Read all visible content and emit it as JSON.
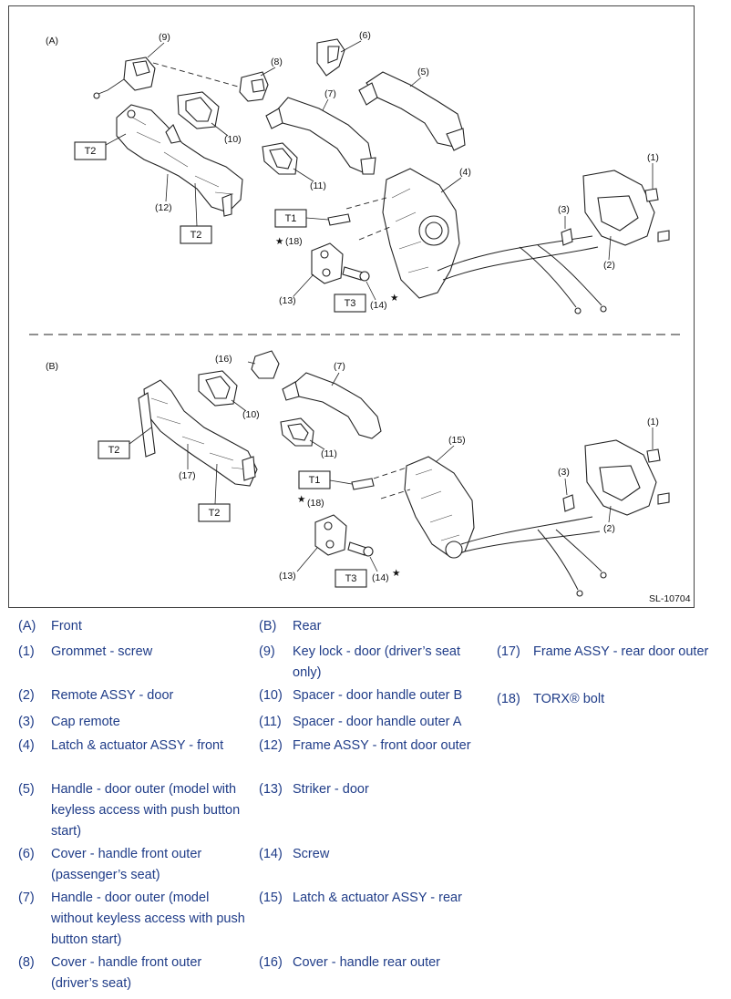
{
  "figure": {
    "section_a": "(A)",
    "section_b": "(B)",
    "code": "SL-10704",
    "torque_labels": {
      "t1": "T1",
      "t2": "T2",
      "t3": "T3"
    },
    "callouts_a": {
      "c9": "(9)",
      "c8": "(8)",
      "c6": "(6)",
      "c5": "(5)",
      "c7": "(7)",
      "c10": "(10)",
      "c11": "(11)",
      "c12": "(12)",
      "c4": "(4)",
      "c1": "(1)",
      "c3": "(3)",
      "c2": "(2)",
      "c18": "(18)",
      "c13": "(13)",
      "c14": "(14)"
    },
    "callouts_b": {
      "c16": "(16)",
      "c7": "(7)",
      "c10": "(10)",
      "c11": "(11)",
      "c17": "(17)",
      "c15": "(15)",
      "c1": "(1)",
      "c3": "(3)",
      "c2": "(2)",
      "c18": "(18)",
      "c13": "(13)",
      "c14": "(14)"
    },
    "star": "★"
  },
  "legend": [
    {
      "num": "(A)",
      "text": "Front"
    },
    {
      "num": "(B)",
      "text": "Rear"
    },
    {
      "num": "(1)",
      "text": "Grommet - screw"
    },
    {
      "num": "(9)",
      "text": "Key lock - door (driver’s seat only)"
    },
    {
      "num": "(17)",
      "text": "Frame ASSY - rear door outer"
    },
    {
      "num": "(2)",
      "text": "Remote ASSY - door"
    },
    {
      "num": "(10)",
      "text": "Spacer - door handle outer B"
    },
    {
      "num": "(18)",
      "text": "TORX® bolt"
    },
    {
      "num": "(3)",
      "text": "Cap remote"
    },
    {
      "num": "(11)",
      "text": "Spacer - door handle outer A"
    },
    {
      "num": "(4)",
      "text": "Latch & actuator ASSY - front"
    },
    {
      "num": "(12)",
      "text": "Frame ASSY - front door outer"
    },
    {
      "num": "(5)",
      "text": "Handle - door outer (model with keyless access with push button start)"
    },
    {
      "num": "(13)",
      "text": "Striker - door"
    },
    {
      "num": "(6)",
      "text": "Cover - handle front outer (passenger’s seat)"
    },
    {
      "num": "(14)",
      "text": "Screw"
    },
    {
      "num": "(7)",
      "text": "Handle - door outer (model without keyless access with push button start)"
    },
    {
      "num": "(15)",
      "text": "Latch & actuator ASSY - rear"
    },
    {
      "num": "(8)",
      "text": "Cover - handle front outer (driver’s seat)"
    },
    {
      "num": "(16)",
      "text": "Cover - handle rear outer"
    }
  ]
}
